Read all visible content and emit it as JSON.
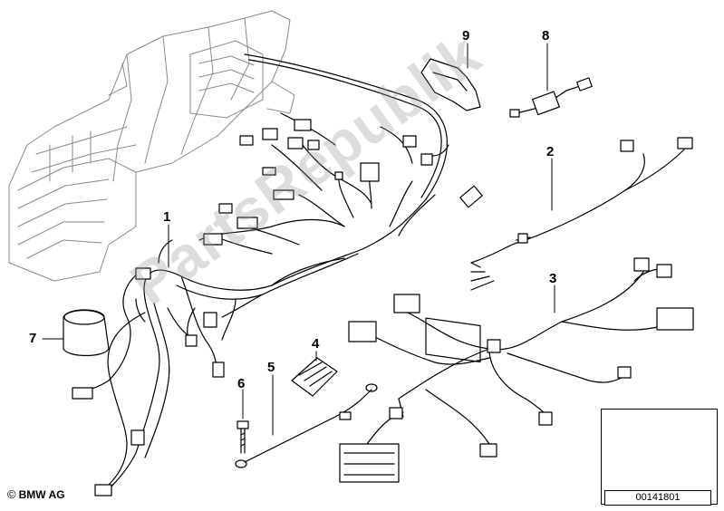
{
  "callouts": {
    "c1": "1",
    "c2": "2",
    "c3": "3",
    "c4": "4",
    "c5": "5",
    "c6": "6",
    "c7": "7",
    "c8": "8",
    "c9": "9"
  },
  "footer": {
    "copyright_symbol": "©",
    "brand": "BMW AG"
  },
  "catalog_number": "00141801",
  "watermark_text": "PartsRepublik",
  "colors": {
    "line": "#000000",
    "housing": "#888888",
    "watermark": "#969696"
  }
}
